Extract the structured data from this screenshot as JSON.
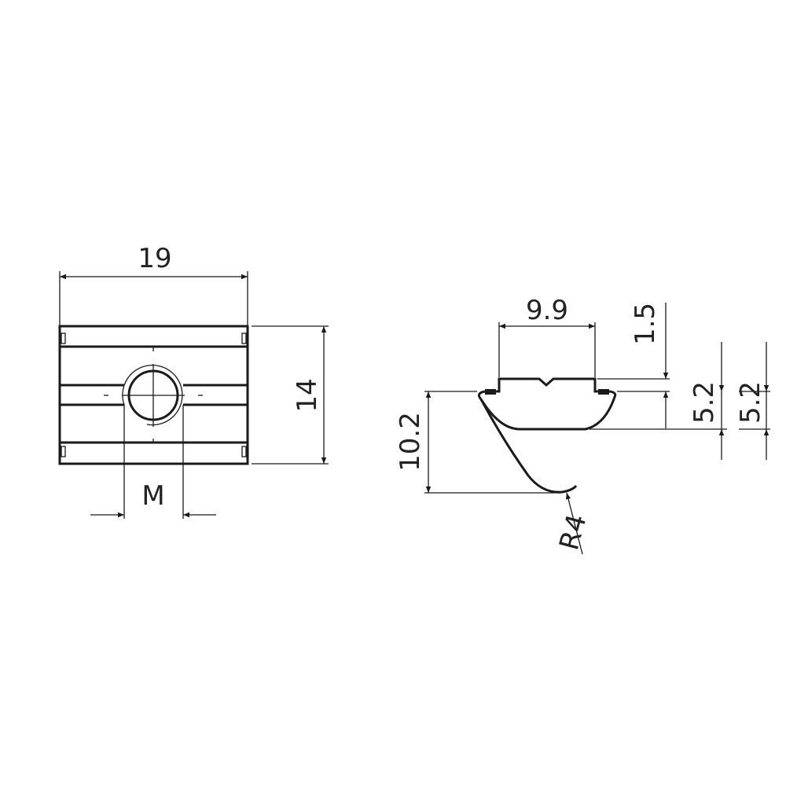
{
  "drawing": {
    "front_view": {
      "width_label": "19",
      "height_label": "14",
      "thread_label": "M"
    },
    "side_view": {
      "top_width_label": "9.9",
      "top_thickness_label": "1.5",
      "total_height_label": "10.2",
      "depth_label_1": "5.2",
      "depth_label_2": "5.2",
      "radius_label": "R4"
    },
    "line_color": "#1a1a1a"
  }
}
